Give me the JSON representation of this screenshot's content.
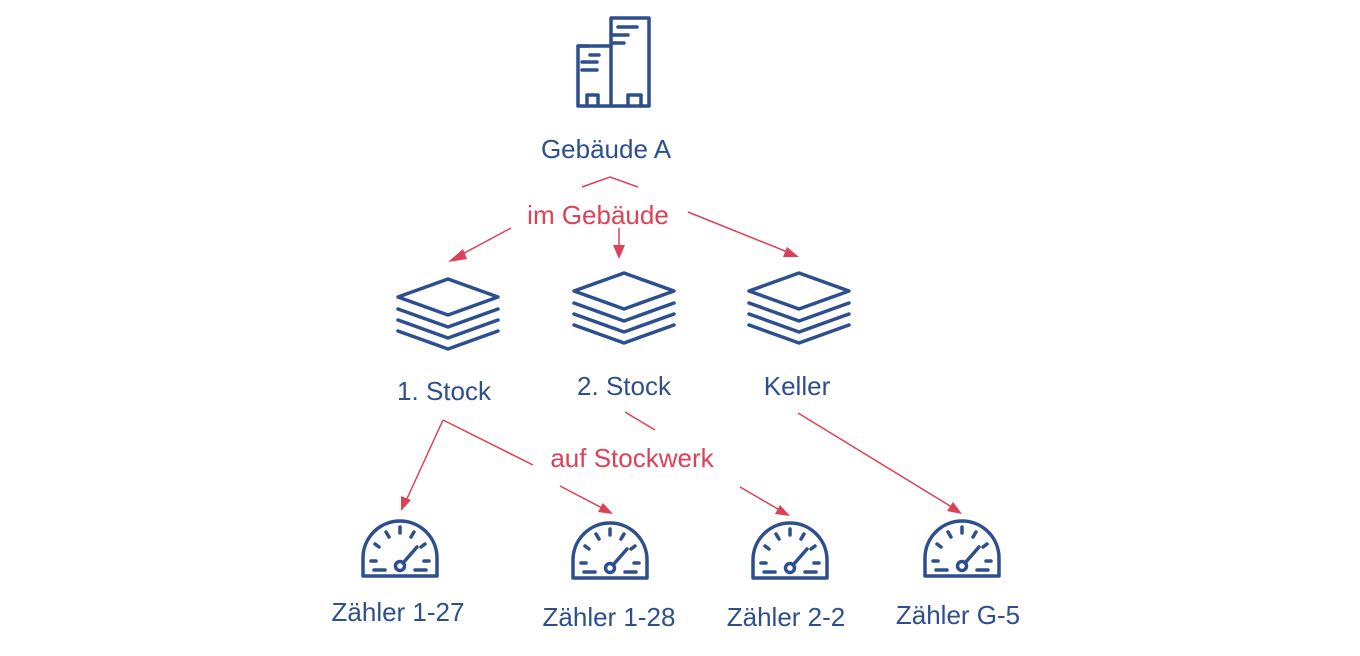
{
  "colors": {
    "node": "#2d4f8e",
    "relation": "#dc4157",
    "background": "#ffffff"
  },
  "root": {
    "label": "Gebäude A",
    "icon": "building-icon"
  },
  "relations": {
    "building_to_floor": "im Gebäude",
    "floor_to_meter": "auf Stockwerk"
  },
  "floors": [
    {
      "label": "1. Stock",
      "icon": "layers-icon"
    },
    {
      "label": "2. Stock",
      "icon": "layers-icon"
    },
    {
      "label": "Keller",
      "icon": "layers-icon"
    }
  ],
  "meters": [
    {
      "label": "Zähler 1-27",
      "icon": "gauge-icon",
      "floor": "1. Stock"
    },
    {
      "label": "Zähler 1-28",
      "icon": "gauge-icon",
      "floor": "1. Stock"
    },
    {
      "label": "Zähler 2-2",
      "icon": "gauge-icon",
      "floor": "2. Stock"
    },
    {
      "label": "Zähler G-5",
      "icon": "gauge-icon",
      "floor": "Keller"
    }
  ]
}
